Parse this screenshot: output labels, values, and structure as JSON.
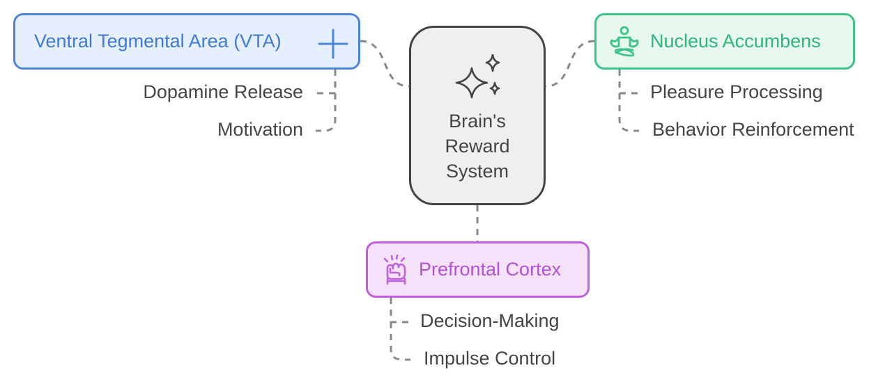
{
  "diagram": {
    "center": {
      "label_lines": [
        "Brain's",
        "Reward",
        "System"
      ],
      "icon": "sparkles-icon"
    },
    "branches": [
      {
        "id": "vta",
        "title": "Ventral Tegmental Area (VTA)",
        "icon": "plus-icon",
        "color": "#4a84db",
        "children": [
          "Dopamine Release",
          "Motivation"
        ]
      },
      {
        "id": "na",
        "title": "Nucleus Accumbens",
        "icon": "meditation-icon",
        "color": "#3ec487",
        "children": [
          "Pleasure Processing",
          "Behavior Reinforcement"
        ]
      },
      {
        "id": "pc",
        "title": "Prefrontal Cortex",
        "icon": "fist-icon",
        "color": "#c05fe0",
        "children": [
          "Decision-Making",
          "Impulse Control"
        ]
      }
    ]
  }
}
